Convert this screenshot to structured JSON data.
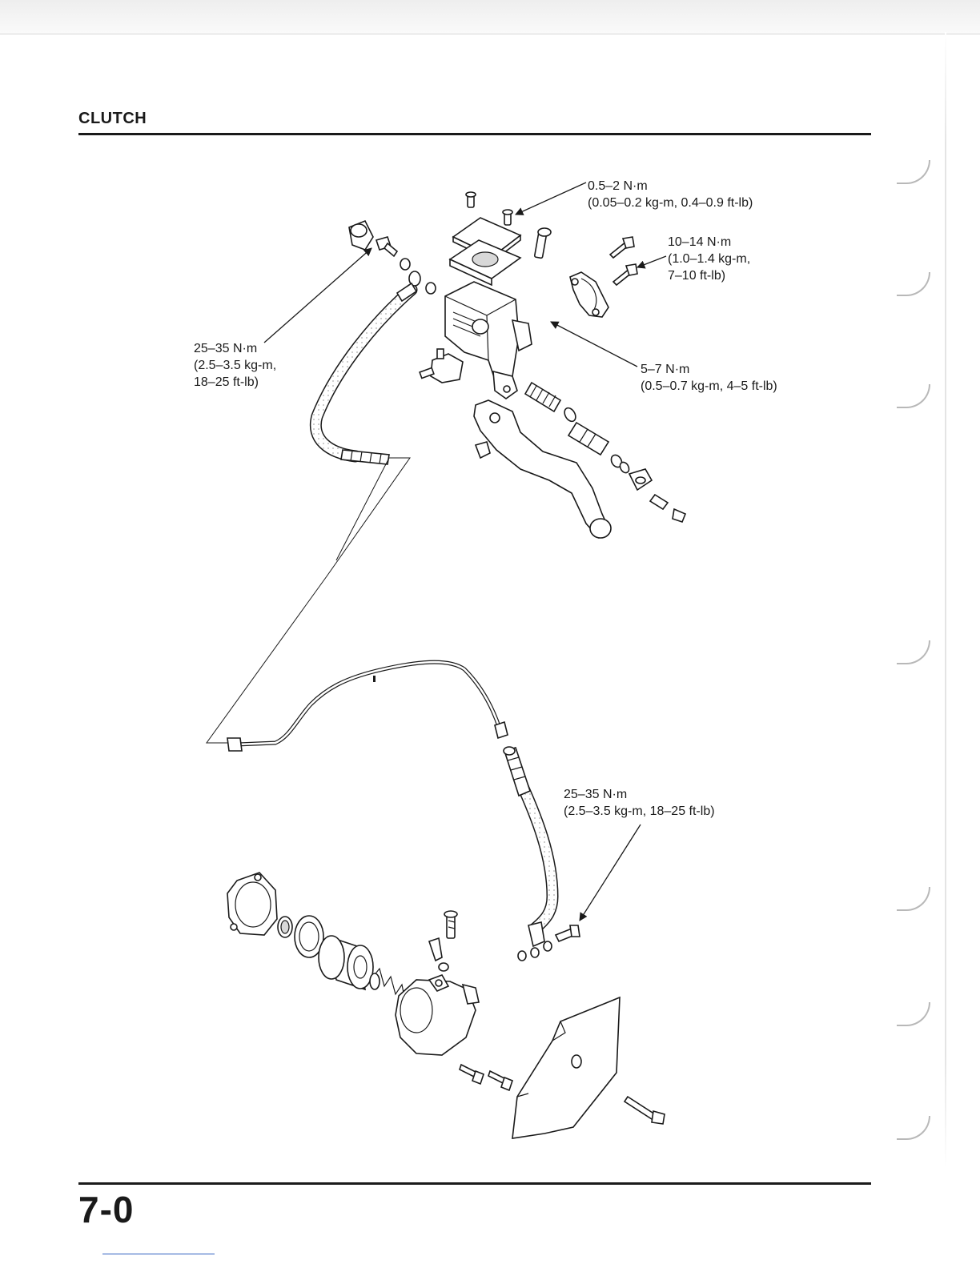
{
  "header": {
    "section_title": "CLUTCH"
  },
  "footer": {
    "page_number": "7-0"
  },
  "torque_specs": {
    "reservoir_cover_screw": "0.5–2 N·m\n(0.05–0.2 kg-m, 0.4–0.9 ft-lb)",
    "holder_bolt": "10–14 N·m\n(1.0–1.4 kg-m,\n7–10 ft-lb)",
    "upper_oil_bolt": "25–35 N·m\n(2.5–3.5 kg-m,\n18–25 ft-lb)",
    "lever_pivot_bolt": "5–7 N·m\n(0.5–0.7 kg-m, 4–5 ft-lb)",
    "lower_oil_bolt": "25–35 N·m\n(2.5–3.5 kg-m, 18–25 ft-lb)"
  }
}
